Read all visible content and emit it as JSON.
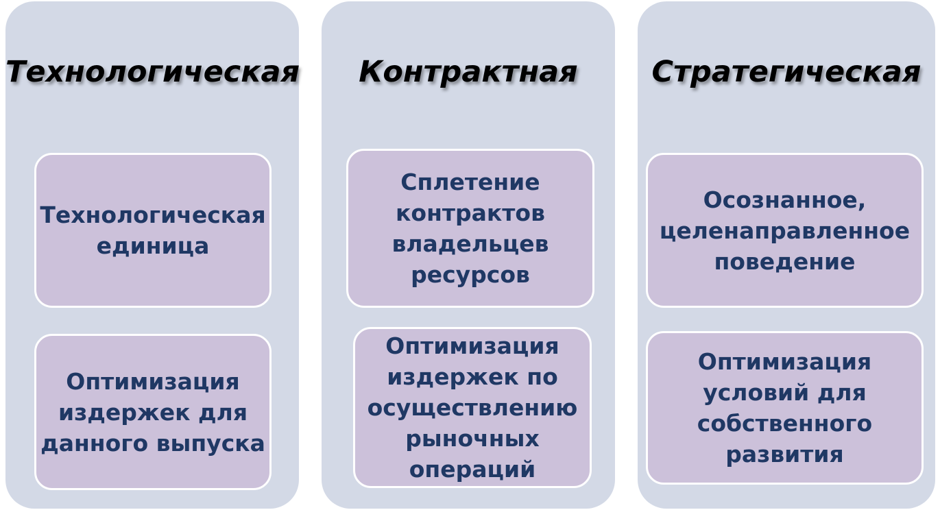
{
  "colors": {
    "panel": "#d3d9e6",
    "box": "#ccc1da",
    "box_border": "#ffffff",
    "title": "#000000",
    "box_text": "#1f3864"
  },
  "columns": [
    {
      "title": "Технологическая",
      "boxes": [
        "Технологическая\nединица",
        "Оптимизация\nиздержек для\nданного выпуска"
      ]
    },
    {
      "title": "Контрактная",
      "boxes": [
        "Сплетение\nконтрактов\nвладельцев\nресурсов",
        "Оптимизация\nиздержек по\nосуществлению\nрыночных\nопераций"
      ]
    },
    {
      "title": "Стратегическая",
      "boxes": [
        "Осознанное,\nцеленаправленное\nповедение",
        "Оптимизация\nусловий для\nсобственного\nразвития"
      ]
    }
  ]
}
